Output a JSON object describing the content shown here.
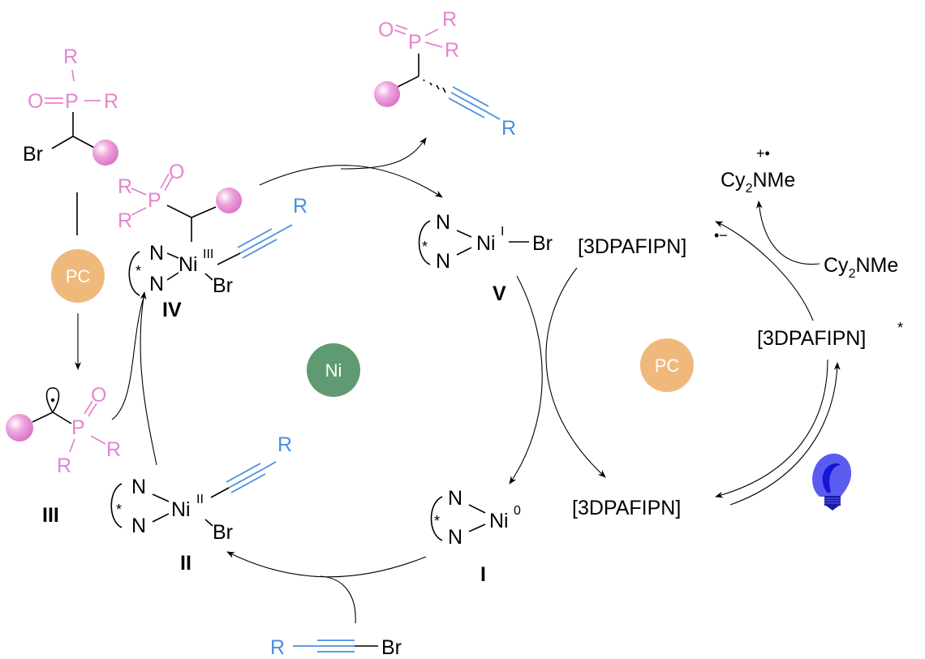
{
  "diagram": {
    "title": "Ni/photoredox catalytic cycle for enantioselective alkynylation of α-bromo phosphine oxides",
    "colors": {
      "substrate_pink": "#e585cf",
      "alkyne_blue": "#4a8ee0",
      "ni_badge": "#5f9a73",
      "pc_badge": "#f0b97c",
      "bulb": "#5b5bf0"
    },
    "badges": {
      "ni": "Ni",
      "pc_main": "PC",
      "pc_left": "PC"
    },
    "atoms": {
      "O": "O",
      "P": "P",
      "R": "R",
      "Br": "Br",
      "N": "N",
      "Ni": "Ni",
      "star": "*"
    },
    "species": {
      "IV": {
        "label": "IV",
        "ox_state": "III"
      },
      "V": {
        "label": "V",
        "ox_state": "I"
      },
      "I": {
        "label": "I",
        "ox_state": "0"
      },
      "II": {
        "label": "II",
        "ox_state": "II"
      },
      "III": {
        "label": "III"
      }
    },
    "photocatalyst": {
      "radical_anion": "[3DPAFIPN]",
      "radical_anion_charge": "•−",
      "excited": "[3DPAFIPN]",
      "excited_mark": "*",
      "ground": "[3DPAFIPN]"
    },
    "amine": {
      "reductant_prefix": "Cy",
      "reductant_sub": "2",
      "reductant_suffix": "NMe",
      "oxidized_prefix": "Cy",
      "oxidized_sub": "2",
      "oxidized_suffix": "NMe",
      "oxidized_charge": "+•"
    },
    "light_source": "blue-light-bulb-icon"
  }
}
